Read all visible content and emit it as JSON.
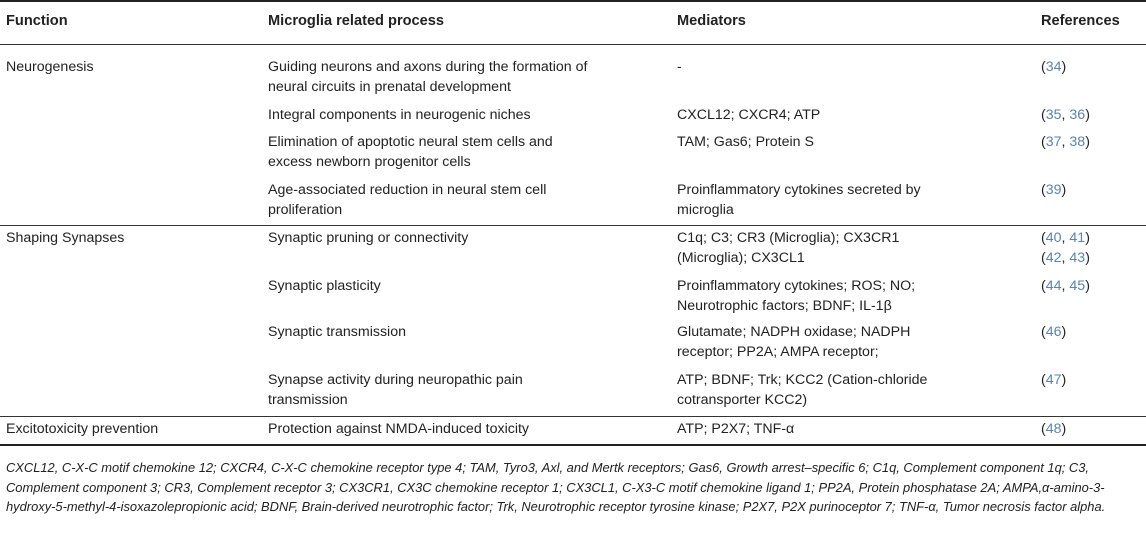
{
  "table": {
    "headers": [
      "Function",
      "Microglia related process",
      "Mediators",
      "References"
    ],
    "rows": [
      {
        "function": "Neurogenesis",
        "process": "Guiding neurons and axons during the formation of\nneural circuits in prenatal development",
        "mediators": "-",
        "references": "(34)",
        "ref_parts": [
          "(",
          "34",
          ")"
        ]
      },
      {
        "function": "",
        "process": "Integral components in neurogenic niches",
        "mediators": "CXCL12; CXCR4; ATP",
        "references": "(35, 36)",
        "ref_parts": [
          "(",
          "35",
          ", ",
          "36",
          ")"
        ]
      },
      {
        "function": "",
        "process": "Elimination of apoptotic neural stem cells and\nexcess newborn progenitor cells",
        "mediators": "TAM; Gas6; Protein S",
        "references": "(37, 38)",
        "ref_parts": [
          "(",
          "37",
          ", ",
          "38",
          ")"
        ]
      },
      {
        "function": "",
        "process": "Age-associated reduction in neural stem cell\nproliferation",
        "mediators": "Proinflammatory cytokines secreted by\nmicroglia",
        "references": "(39)",
        "ref_parts": [
          "(",
          "39",
          ")"
        ]
      },
      {
        "function": "Shaping Synapses",
        "process": "Synaptic pruning or connectivity",
        "mediators": "C1q; C3; CR3 (Microglia); CX3CR1\n(Microglia); CX3CL1",
        "references": "(40, 41)\n(42, 43)",
        "ref_parts": [
          "(",
          "40",
          ", ",
          "41",
          ")",
          "\n",
          "(",
          "42",
          ", ",
          "43",
          ")"
        ]
      },
      {
        "function": "",
        "process": "Synaptic plasticity",
        "mediators": "Proinflammatory cytokines; ROS; NO;\nNeurotrophic factors; BDNF; IL-1β",
        "references": "(44, 45)",
        "ref_parts": [
          "(",
          "44",
          ", ",
          "45",
          ")"
        ]
      },
      {
        "function": "",
        "process": "Synaptic transmission",
        "mediators": "Glutamate; NADPH oxidase; NADPH\nreceptor; PP2A; AMPA receptor;",
        "references": "(46)",
        "ref_parts": [
          "(",
          "46",
          ")"
        ]
      },
      {
        "function": "",
        "process": "Synapse activity during neuropathic pain\ntransmission",
        "mediators": "ATP; BDNF; Trk; KCC2 (Cation-chloride\ncotransporter KCC2)",
        "references": "(47)",
        "ref_parts": [
          "(",
          "47",
          ")"
        ]
      },
      {
        "function": "Excitotoxicity prevention",
        "process": "Protection against NMDA-induced toxicity",
        "mediators": "ATP; P2X7; TNF-α",
        "references": "(48)",
        "ref_parts": [
          "(",
          "48",
          ")"
        ]
      }
    ]
  },
  "footnote": "CXCL12, C-X-C motif chemokine 12; CXCR4, C-X-C chemokine receptor type 4; TAM, Tyro3, Axl, and Mertk receptors; Gas6, Growth arrest–specific 6; C1q, Complement component 1q; C3, Complement component 3; CR3, Complement receptor 3; CX3CR1, CX3C chemokine receptor 1; CX3CL1, C-X3-C motif chemokine ligand 1; PP2A, Protein phosphatase 2A; AMPA,α-amino-3-hydroxy-5-methyl-4-isoxazolepropionic acid; BDNF, Brain-derived neurotrophic factor; Trk, Neurotrophic receptor tyrosine kinase; P2X7, P2X purinoceptor 7; TNF-α, Tumor necrosis factor alpha.",
  "colors": {
    "link": "#5a83b0",
    "text": "#222222",
    "rule": "#222222"
  }
}
